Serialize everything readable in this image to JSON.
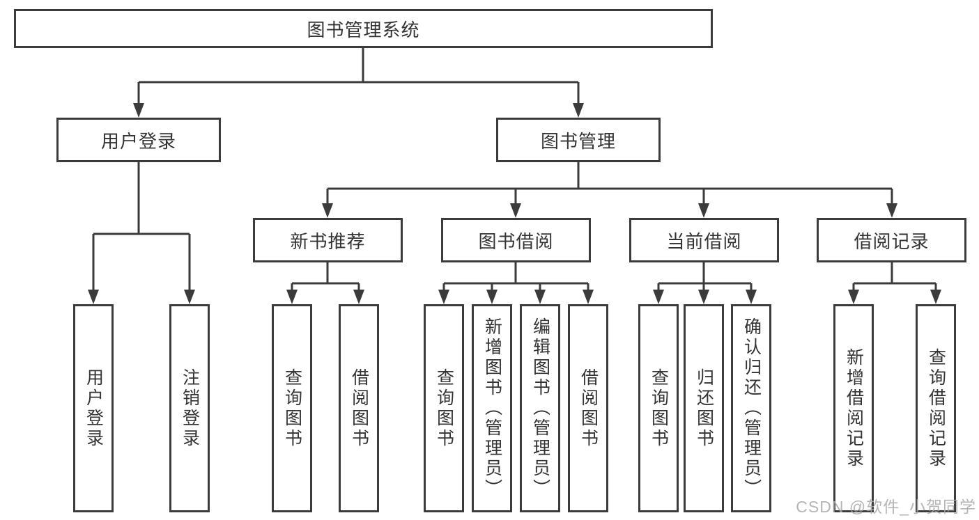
{
  "diagram": {
    "root": {
      "label": "图书管理系统"
    },
    "branches": [
      {
        "label": "用户登录",
        "children": [
          "用户登录",
          "注销登录"
        ]
      },
      {
        "label": "图书管理",
        "children": [
          {
            "label": "新书推荐",
            "children": [
              "查询图书",
              "借阅图书"
            ]
          },
          {
            "label": "图书借阅",
            "children": [
              "查询图书",
              "新增图书（管理员）",
              "编辑图书（管理员）",
              "借阅图书"
            ]
          },
          {
            "label": "当前借阅",
            "children": [
              "查询图书",
              "归还图书",
              "确认归还（管理员）"
            ]
          },
          {
            "label": "借阅记录",
            "children": [
              "新增借阅记录",
              "查询借阅记录"
            ]
          }
        ]
      }
    ]
  },
  "watermark": {
    "text": "CSDN @软件_小贺同学"
  },
  "colors": {
    "line": "#3b3b3b",
    "text": "#333333",
    "background": "#ffffff",
    "watermark": "#a8a8a8"
  }
}
